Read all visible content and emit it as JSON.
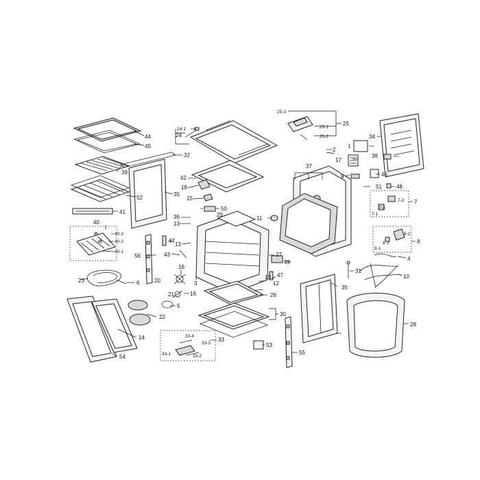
{
  "labels": {
    "p1": "1",
    "p2": "2",
    "p3": "3",
    "p4": "4",
    "p5": "5",
    "p6": "6",
    "p7": "7",
    "p7_1": "7-1",
    "p7_2": "7-2",
    "p7_3": "7-3",
    "p8": "8",
    "p8_1": "8-1",
    "p8_2": "8-2",
    "p8_3": "8-3",
    "p9": "9",
    "p10": "10",
    "p11": "11",
    "p12": "12",
    "p13a": "13",
    "p13b": "13",
    "p13c": "13",
    "p14": "14",
    "p15": "15",
    "p16a": "16",
    "p16b": "16",
    "p17": "17",
    "p18": "18",
    "p20": "20",
    "p21": "21",
    "p22": "22",
    "p23": "23",
    "p24": "24",
    "p24_1": "24-1",
    "p25": "25",
    "p25_1": "25-1",
    "p25_2": "25-2",
    "p25_3": "25-3",
    "p26": "26",
    "p27": "27",
    "p28": "28",
    "p29": "29",
    "p30": "30",
    "p31": "31",
    "p32": "32",
    "p33": "33",
    "p33_1": "33-1",
    "p33_2": "33-2",
    "p33_3": "33-3",
    "p33_4": "33-4",
    "p34": "34",
    "p35a": "35",
    "p35b": "35",
    "p36": "36",
    "p37": "37",
    "p38": "38",
    "p39": "39",
    "p40": "40",
    "p40_1": "40-1",
    "p40_2": "40-2",
    "p40_3": "40-3",
    "p41": "41",
    "p42": "42",
    "p43": "43",
    "p44": "44",
    "p45": "45",
    "p46": "46",
    "p47a": "47",
    "p47b": "47",
    "p48": "48",
    "p49": "49",
    "p50": "50",
    "p51": "51",
    "p52": "52",
    "p53": "53",
    "p54": "54",
    "p55": "55",
    "p56": "56"
  }
}
